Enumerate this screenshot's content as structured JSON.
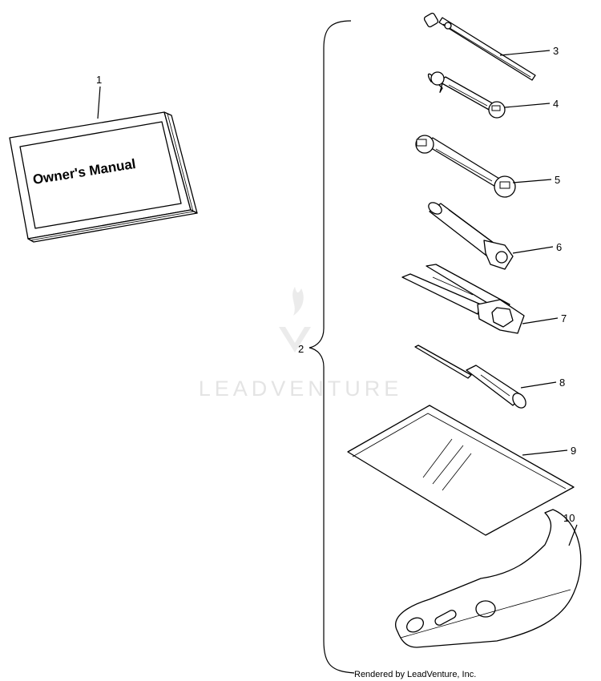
{
  "manual": {
    "cover_text": "Owner's Manual"
  },
  "callouts": {
    "c1": "1",
    "c2": "2",
    "c3": "3",
    "c4": "4",
    "c5": "5",
    "c6": "6",
    "c7": "7",
    "c8": "8",
    "c9": "9",
    "c10": "10"
  },
  "watermark": {
    "text": "LEADVENTURE"
  },
  "footer": {
    "credit": "Rendered by LeadVenture, Inc."
  },
  "icons": {
    "watermark_logo": "flame-v-logo-icon"
  }
}
